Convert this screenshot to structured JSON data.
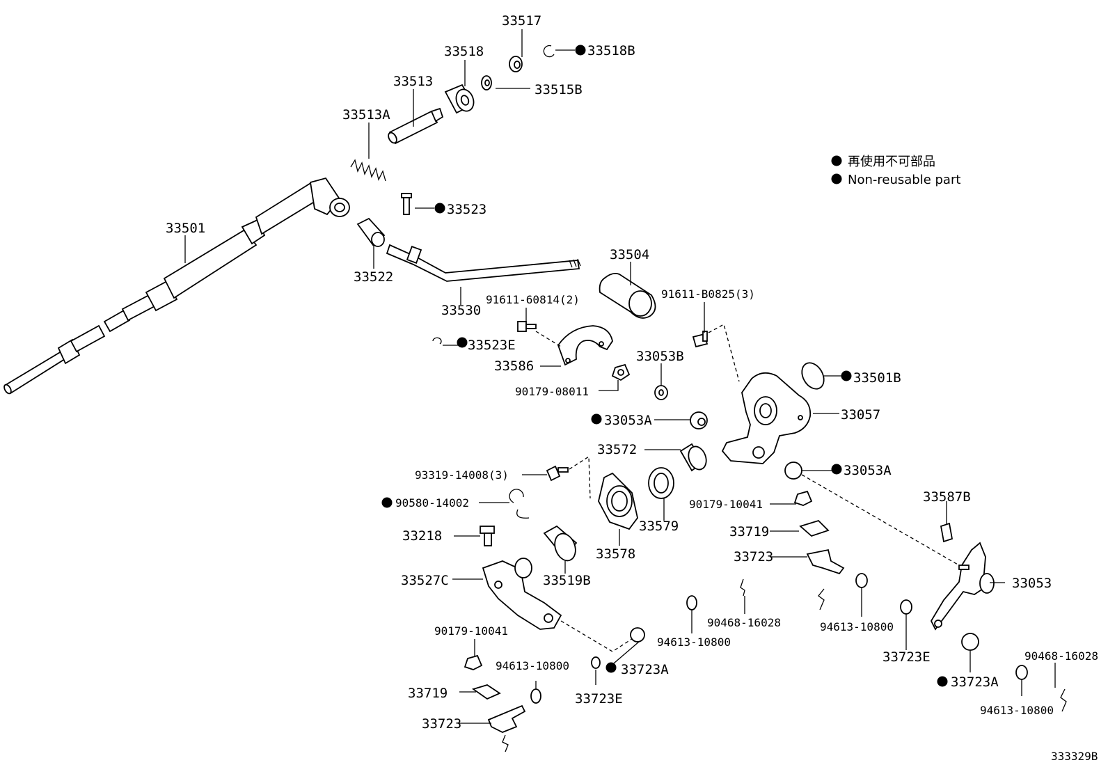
{
  "legend": {
    "japanese": "再使用不可部品",
    "english": "Non-reusable part"
  },
  "figure_code": "333329B",
  "parts": {
    "p33517": "33517",
    "p33518": "33518",
    "p33518B": "33518B",
    "p33513": "33513",
    "p33515B": "33515B",
    "p33513A": "33513A",
    "p33523": "33523",
    "p33501": "33501",
    "p33522": "33522",
    "p33504": "33504",
    "p33530": "33530",
    "p91611_60814": "91611-60814(2)",
    "p91611_B0825": "91611-B0825(3)",
    "p33523E": "33523E",
    "p33586": "33586",
    "p33053B": "33053B",
    "p33501B": "33501B",
    "p90179_08011": "90179-08011",
    "p33057": "33057",
    "p33053A_1": "33053A",
    "p33572": "33572",
    "p33053A_2": "33053A",
    "p93319_14008": "93319-14008(3)",
    "p90580_14002": "90580-14002",
    "p90179_10041_1": "90179-10041",
    "p33587B": "33587B",
    "p33579": "33579",
    "p33719_1": "33719",
    "p33218": "33218",
    "p33578": "33578",
    "p33723_1": "33723",
    "p33053": "33053",
    "p33527C": "33527C",
    "p33519B": "33519B",
    "p90468_16028_1": "90468-16028",
    "p94613_10800_1": "94613-10800",
    "p94613_10800_2": "94613-10800",
    "p33723E_1": "33723E",
    "p90179_10041_2": "90179-10041",
    "p94613_10800_3": "94613-10800",
    "p33723A_1": "33723A",
    "p90468_16028_2": "90468-16028",
    "p33719_2": "33719",
    "p33723E_2": "33723E",
    "p33723A_2": "33723A",
    "p94613_10800_4": "94613-10800",
    "p33723_2": "33723"
  }
}
